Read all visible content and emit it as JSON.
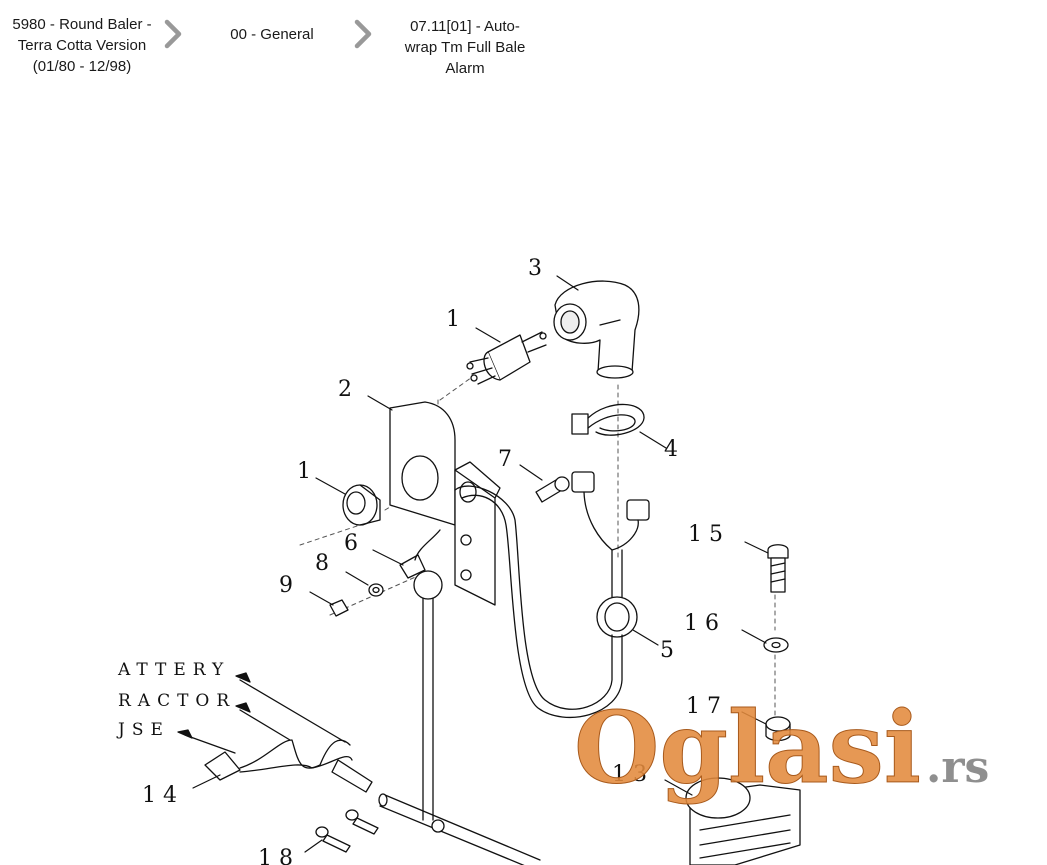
{
  "breadcrumb": {
    "items": [
      {
        "label": "5980 - Round Baler -\nTerra Cotta Version\n(01/80 - 12/98)"
      },
      {
        "label": "00 - General"
      },
      {
        "label": "07.11[01] - Auto-\nwrap Tm Full Bale\nAlarm"
      }
    ]
  },
  "diagram": {
    "callouts": {
      "c1_top": "1",
      "c1_left": "1",
      "c2": "2",
      "c3": "3",
      "c4": "4",
      "c5": "5",
      "c6": "6",
      "c7": "7",
      "c8": "8",
      "c9": "9",
      "c13": "1 3",
      "c14": "1 4",
      "c15": "1 5",
      "c16": "1 6",
      "c17": "1 7",
      "c18": "1 8"
    },
    "notes": {
      "battery": "ATTERY",
      "tractor": "RACTOR",
      "fuse": "JSE"
    }
  },
  "watermark": {
    "text": "Oglasi",
    "suffix": ".rs",
    "color": "#e38a3c"
  }
}
